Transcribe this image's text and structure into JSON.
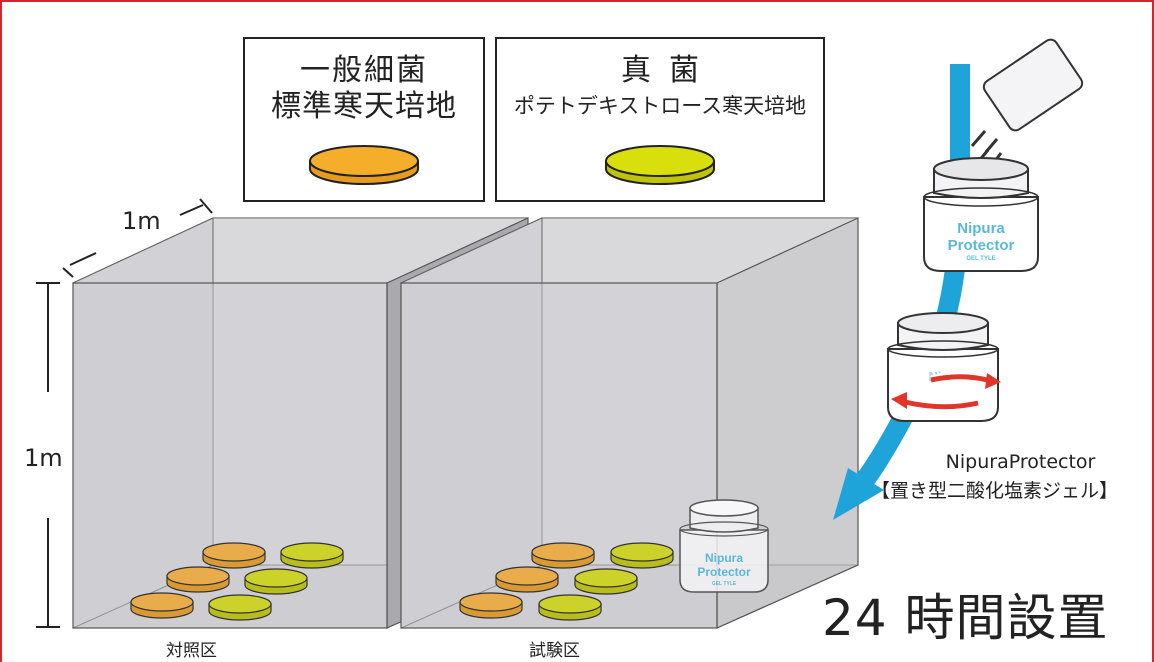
{
  "legend": {
    "general_bacteria": {
      "title": "一般細菌",
      "medium": "標準寒天培地",
      "color": "#f5ae2a"
    },
    "fungi": {
      "title": "真菌",
      "medium": "ポテトデキストロース寒天培地",
      "color": "#d9df0c"
    }
  },
  "dimensions": {
    "width": "1m",
    "height": "1m"
  },
  "areas": {
    "control": "対照区",
    "test": "試験区"
  },
  "product": {
    "jar_brand_line1": "Nipura",
    "jar_brand_line2": "Protector",
    "jar_tag": "GEL TYLE",
    "name": "NipuraProtector",
    "description": "【置き型二酸化塩素ジェル】"
  },
  "duration": "24 時間設置",
  "colors": {
    "frame": "#d4252f",
    "flow_arrow": "#1ea4d8",
    "rotate_arrows": "#e0352b",
    "box_fill": "#d6d6d9"
  }
}
